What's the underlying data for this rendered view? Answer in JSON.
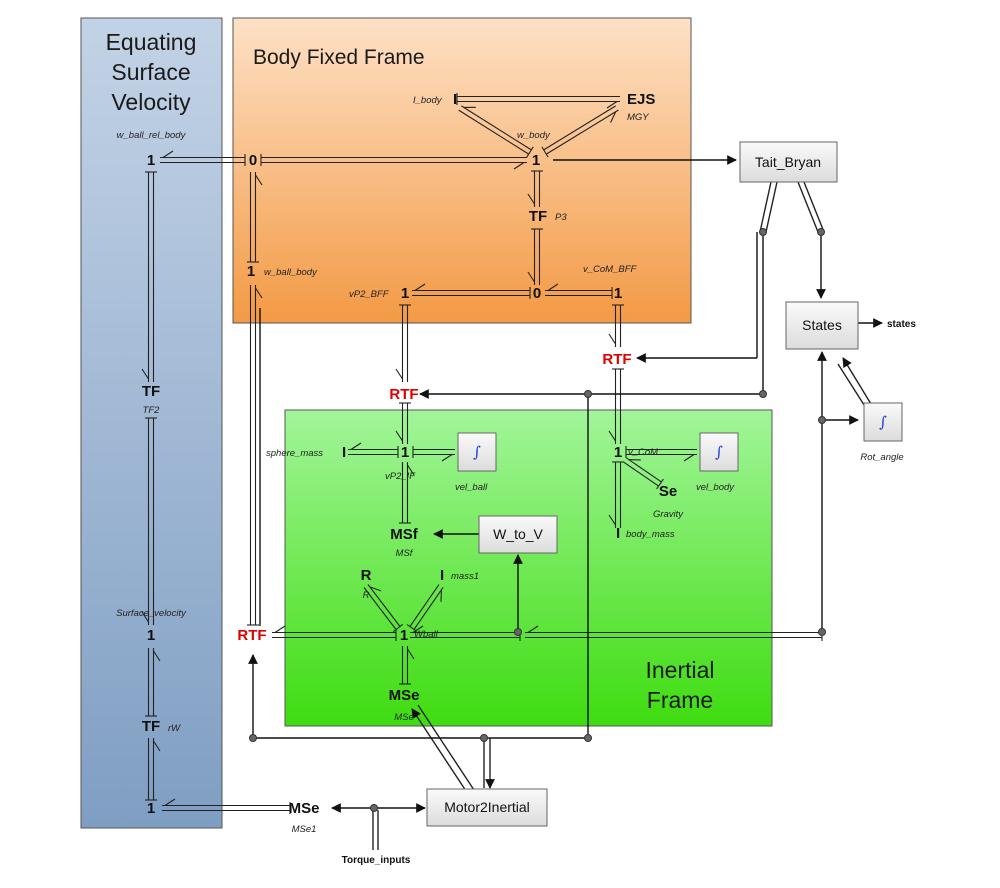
{
  "regions": {
    "equating": {
      "line1": "Equating",
      "line2": "Surface",
      "line3": "Velocity"
    },
    "body_fixed": {
      "title": "Body Fixed Frame"
    },
    "inertial": {
      "line1": "Inertial",
      "line2": "Frame"
    }
  },
  "elements": {
    "one": "1",
    "zero": "0",
    "tf": "TF",
    "rtf": "RTF",
    "ejs": "EJS",
    "i": "I",
    "r": "R",
    "msf": "MSf",
    "mse": "MSe",
    "se": "Se"
  },
  "labels": {
    "w_ball_rel_body": "w_ball_rel_body",
    "i_body": "I_body",
    "mgy": "MGY",
    "w_body": "w_body",
    "p3": "P3",
    "w_ball_body": "w_ball_body",
    "v_com_bff": "v_CoM_BFF",
    "vp2_bff": "vP2_BFF",
    "tf2": "TF2",
    "sphere_mass": "sphere_mass",
    "vp2_if": "vP2_IF",
    "vel_ball": "vel_ball",
    "v_com": "v_CoM",
    "vel_body": "vel_body",
    "gravity": "Gravity",
    "body_mass": "body_mass",
    "msf": "MSf",
    "r": "R",
    "mass1": "mass1",
    "wball": "Wball",
    "surface_velocity": "Surface_velocity",
    "rw": "rW",
    "mse": "MSe",
    "mse1": "MSe1",
    "rot_angle": "Rot_angle",
    "states_out": "states",
    "torque_inputs": "Torque_inputs"
  },
  "blocks": {
    "tait_bryan": "Tait_Bryan",
    "states": "States",
    "w_to_v": "W_to_V",
    "motor2inertial": "Motor2Inertial",
    "integrator": "∫"
  },
  "colors": {
    "equating_top": "#c3d3e6",
    "equating_bottom": "#7f9ec3",
    "body_top": "#fde1c6",
    "body_bottom": "#f39a45",
    "inertial_top": "#a2f59a",
    "inertial_bottom": "#3fdc10",
    "rtf_red": "#e00000",
    "integrator_blue": "#1f3fd6"
  }
}
